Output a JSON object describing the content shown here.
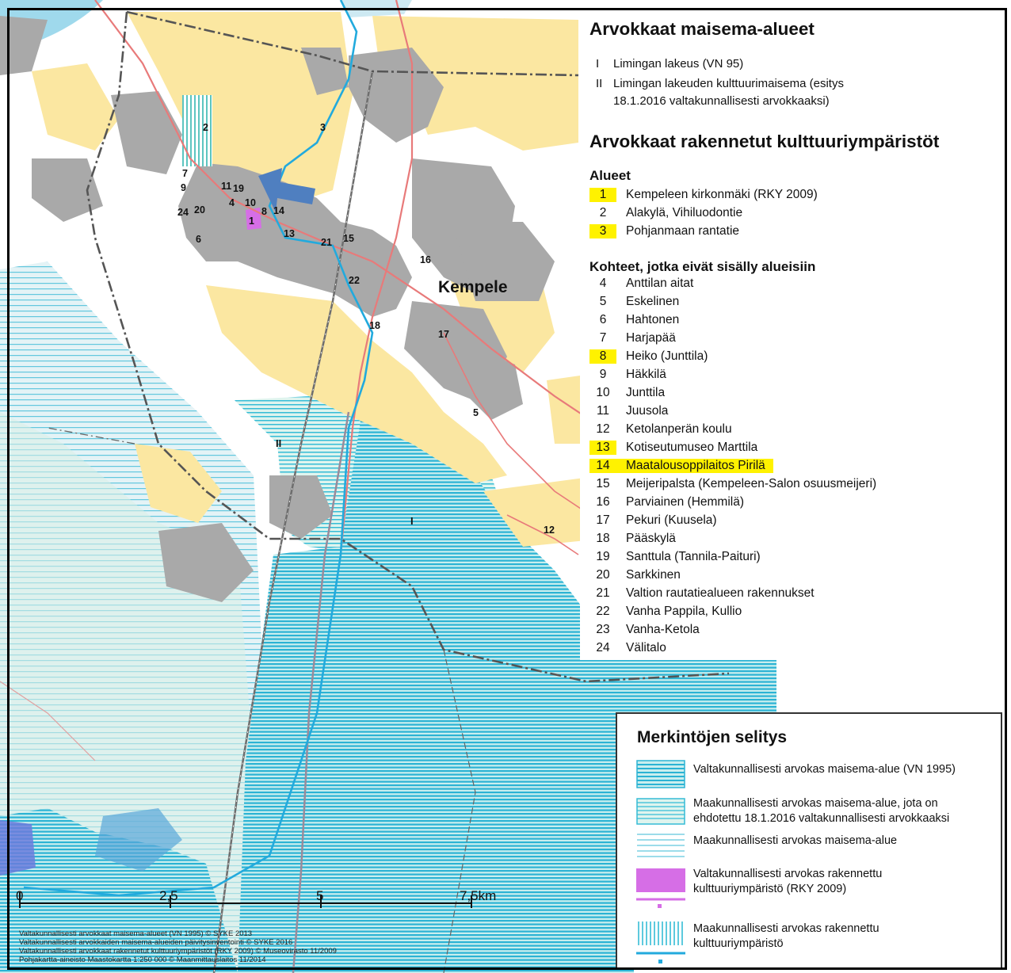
{
  "legend_panel": {
    "landscape_title": "Arvokkaat maisema-alueet",
    "landscape_items": [
      {
        "roman": "I",
        "lines": [
          "Limingan lakeus (VN 95)"
        ]
      },
      {
        "roman": "II",
        "lines": [
          "Limingan lakeuden kulttuurimaisema (esitys",
          "18.1.2016 valtakunnallisesti arvokkaaksi)"
        ]
      }
    ],
    "built_title": "Arvokkaat rakennetut kulttuuriympäristöt",
    "areas_title": "Alueet",
    "areas": [
      {
        "num": "1",
        "label": "Kempeleen kirkonmäki (RKY 2009)",
        "highlight": "num"
      },
      {
        "num": "2",
        "label": "Alakylä, Vihiluodontie",
        "highlight": "none"
      },
      {
        "num": "3",
        "label": "Pohjanmaan rantatie",
        "highlight": "num"
      }
    ],
    "sites_title": "Kohteet, jotka eivät sisälly alueisiin",
    "sites": [
      {
        "num": "4",
        "label": "Anttilan aitat",
        "highlight": "none"
      },
      {
        "num": "5",
        "label": "Eskelinen",
        "highlight": "none"
      },
      {
        "num": "6",
        "label": "Hahtonen",
        "highlight": "none"
      },
      {
        "num": "7",
        "label": "Harjapää",
        "highlight": "none"
      },
      {
        "num": "8",
        "label": "Heiko (Junttila)",
        "highlight": "num"
      },
      {
        "num": "9",
        "label": "Häkkilä",
        "highlight": "none"
      },
      {
        "num": "10",
        "label": "Junttila",
        "highlight": "none"
      },
      {
        "num": "11",
        "label": "Juusola",
        "highlight": "none"
      },
      {
        "num": "12",
        "label": "Ketolanperän koulu",
        "highlight": "none"
      },
      {
        "num": "13",
        "label": "Kotiseutumuseo Marttila",
        "highlight": "num"
      },
      {
        "num": "14",
        "label": "Maatalousoppilaitos Pirilä",
        "highlight": "both"
      },
      {
        "num": "15",
        "label": "Meijeripalsta (Kempeleen-Salon osuusmeijeri)",
        "highlight": "none"
      },
      {
        "num": "16",
        "label": "Parviainen (Hemmilä)",
        "highlight": "none"
      },
      {
        "num": "17",
        "label": "Pekuri (Kuusela)",
        "highlight": "none"
      },
      {
        "num": "18",
        "label": "Pääskylä",
        "highlight": "none"
      },
      {
        "num": "19",
        "label": "Santtula (Tannila-Paituri)",
        "highlight": "none"
      },
      {
        "num": "20",
        "label": "Sarkkinen",
        "highlight": "none"
      },
      {
        "num": "21",
        "label": "Valtion rautatiealueen rakennukset",
        "highlight": "none"
      },
      {
        "num": "22",
        "label": "Vanha Pappila, Kullio",
        "highlight": "none"
      },
      {
        "num": "23",
        "label": "Vanha-Ketola",
        "highlight": "none"
      },
      {
        "num": "24",
        "label": "Välitalo",
        "highlight": "none"
      }
    ]
  },
  "map_key": {
    "title": "Merkintöjen selitys",
    "entries": [
      {
        "lines": [
          "Valtakunnallisesti arvokas maisema-alue (VN 1995)"
        ],
        "swatch": "national-landscape"
      },
      {
        "lines": [
          "Maakunnallisesti arvokas maisema-alue, jota on",
          "ehdotettu 18.1.2016 valtakunnallisesti arvokkaaksi"
        ],
        "swatch": "proposed-landscape"
      },
      {
        "lines": [
          "Maakunnallisesti arvokas maisema-alue"
        ],
        "swatch": "regional-landscape"
      },
      {
        "lines": [
          "Valtakunnallisesti arvokas rakennettu",
          "kulttuuriympäristö (RKY 2009)"
        ],
        "swatch": "national-built"
      },
      {
        "lines": [
          "Maakunnallisesti arvokas rakennettu",
          "kulttuuriympäristö"
        ],
        "swatch": "regional-built"
      }
    ]
  },
  "map": {
    "town_label": "Kempele",
    "region_labels": [
      "II",
      "I"
    ],
    "site_labels": [
      "1",
      "2",
      "3",
      "4",
      "5",
      "6",
      "7",
      "8",
      "9",
      "10",
      "11",
      "12",
      "13",
      "14",
      "15",
      "16",
      "17",
      "18",
      "19",
      "20",
      "21",
      "22",
      "24"
    ],
    "colors": {
      "built_area": "#a9a9a9",
      "field": "#fbe7a1",
      "water_hatch": "#2bb3d4",
      "landscape_fill": "#bfe6e6",
      "national_built": "#d66ee6",
      "road": "#e87a7a",
      "rail": "#6e6e6e",
      "boundary": "#555555",
      "arrow": "#4f7fc0",
      "highlight": "#fff200"
    }
  },
  "scale_bar": {
    "ticks": [
      "0",
      "2,5",
      "5",
      "7,5km"
    ]
  },
  "credits": [
    "Valtakunnallisesti arvokkaat maisema-alueet (VN 1995) © SYKE 2013",
    "Valtakunnallisesti arvokkaiden maisema-alueiden päivitysinventointi © SYKE 2016",
    "Valtakunnallisesti arvokkaat rakennetut kulttuuriympäristöt (RKY 2009) © Museovirasto 11/2009",
    "Pohjakartta-aineisto Maastokartta 1:250 000 © Maanmittauslaitos 11/2014"
  ]
}
